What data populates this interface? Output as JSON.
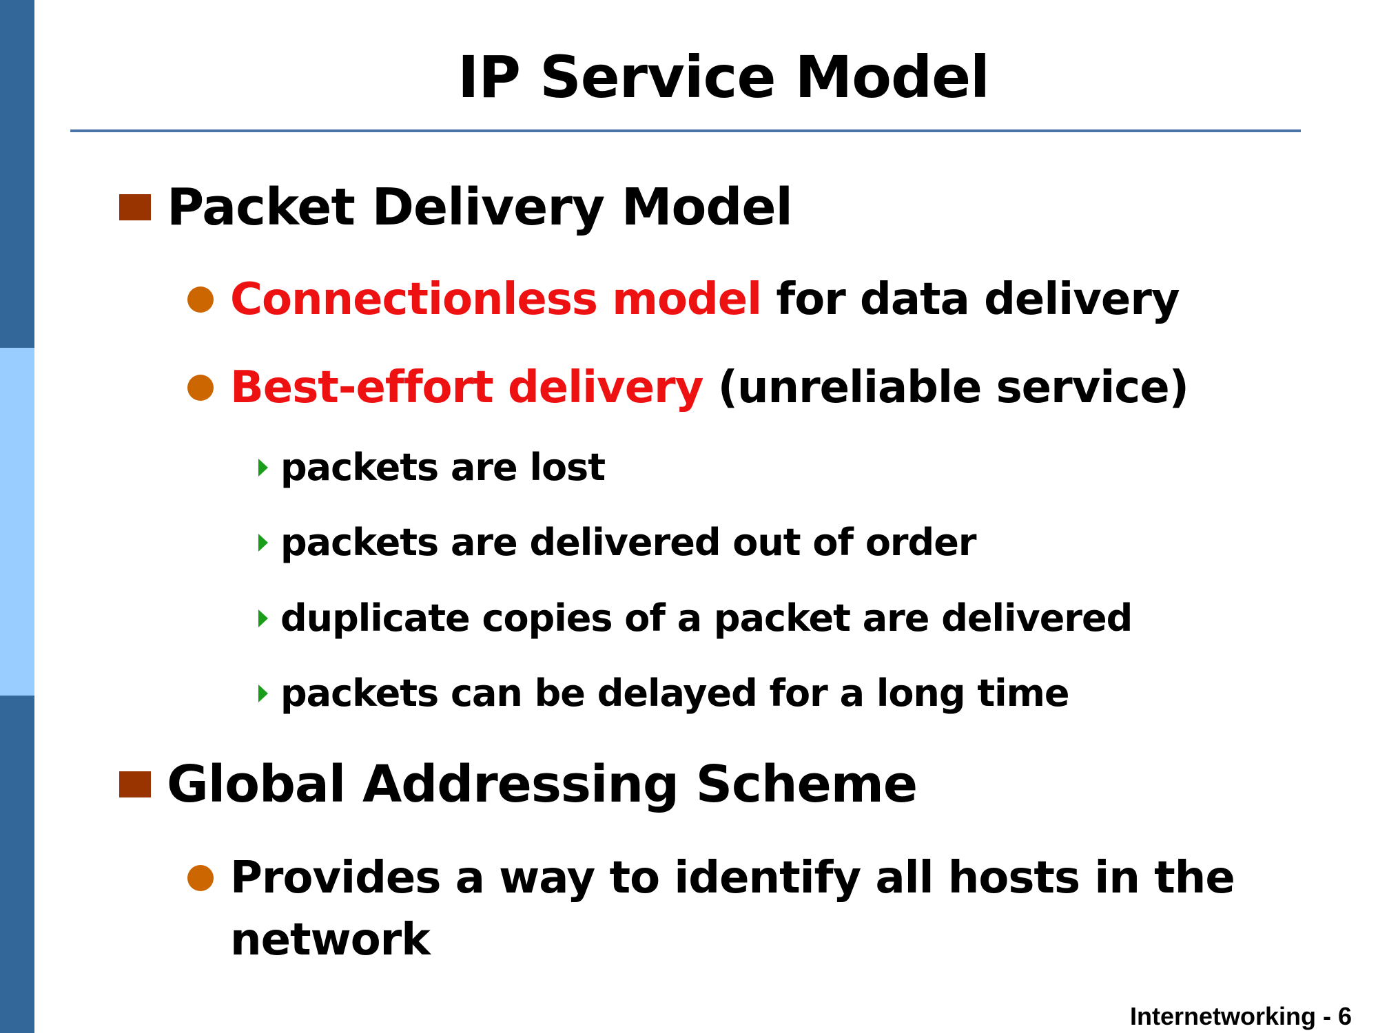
{
  "slide": {
    "title": "IP Service Model",
    "sections": [
      {
        "heading": "Packet Delivery Model",
        "bullets": [
          {
            "highlight": "Connectionless model",
            "rest": " for data delivery"
          },
          {
            "highlight": "Best-effort delivery",
            "rest": " (unreliable service)"
          }
        ],
        "sub_bullets": [
          "packets are lost",
          "packets are delivered out of order",
          "duplicate copies of a packet are delivered",
          "packets can be delayed for a long time"
        ]
      },
      {
        "heading": "Global Addressing Scheme",
        "bullets": [
          {
            "line1": "Provides a way to identify all hosts in the",
            "line2": "network"
          }
        ]
      }
    ],
    "footer": "Internetworking - 6"
  },
  "colors": {
    "sidebar_dark": "#336699",
    "sidebar_light": "#99ccff",
    "square_bullet": "#993300",
    "dot_bullet": "#cc6600",
    "triangle_bullet": "#1a9e1a",
    "highlight_text": "#ee1111",
    "rule": "#4a74a8"
  },
  "icons": {
    "level1": "square-bullet-icon",
    "level2": "dot-bullet-icon",
    "level3": "triangle-bullet-icon"
  }
}
